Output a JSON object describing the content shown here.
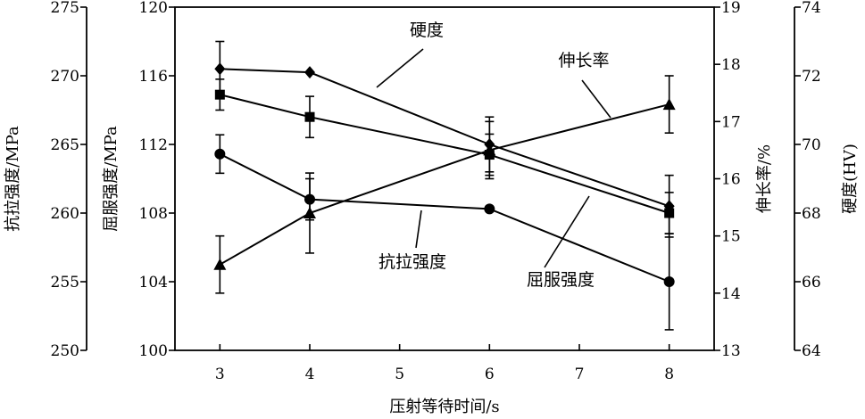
{
  "chart_data": {
    "type": "line",
    "xlabel": "压射等待时间/s",
    "x": [
      3,
      4,
      6,
      8
    ],
    "xlim": [
      2.5,
      8.5
    ],
    "xticks": [
      3,
      4,
      5,
      6,
      7,
      8
    ],
    "axes": [
      {
        "id": "tensile",
        "label": "抗拉强度/MPa",
        "lim": [
          250,
          275
        ],
        "ticks": [
          250,
          255,
          260,
          265,
          270,
          275
        ]
      },
      {
        "id": "yield",
        "label": "屈服强度/MPa",
        "lim": [
          100,
          120
        ],
        "ticks": [
          100,
          104,
          108,
          112,
          116,
          120
        ]
      },
      {
        "id": "elong",
        "label": "伸长率/%",
        "lim": [
          13,
          19
        ],
        "ticks": [
          13,
          14,
          15,
          16,
          17,
          18,
          19
        ]
      },
      {
        "id": "hard",
        "label": "硬度(HV)",
        "lim": [
          64,
          74
        ],
        "ticks": [
          64,
          66,
          68,
          70,
          72,
          74
        ]
      }
    ],
    "series": [
      {
        "name": "硬度",
        "axis": "hard",
        "marker": "diamond",
        "values": [
          72.2,
          72.1,
          70.0,
          68.2
        ],
        "errors": [
          0.8,
          0,
          0.8,
          0.9
        ]
      },
      {
        "name": "屈服强度",
        "axis": "yield",
        "marker": "square",
        "values": [
          114.9,
          113.6,
          111.4,
          108.0
        ],
        "errors": [
          0.9,
          1.2,
          1.2,
          1.2
        ]
      },
      {
        "name": "抗拉强度",
        "axis": "tensile",
        "marker": "circle",
        "values": [
          264.3,
          261.0,
          260.3,
          255.0
        ],
        "errors": [
          1.4,
          1.5,
          0,
          3.5
        ]
      },
      {
        "name": "伸长率",
        "axis": "elong",
        "marker": "triangle",
        "values": [
          14.5,
          15.4,
          16.5,
          17.3
        ],
        "errors": [
          0.5,
          0.7,
          0.5,
          0.5
        ]
      }
    ]
  }
}
